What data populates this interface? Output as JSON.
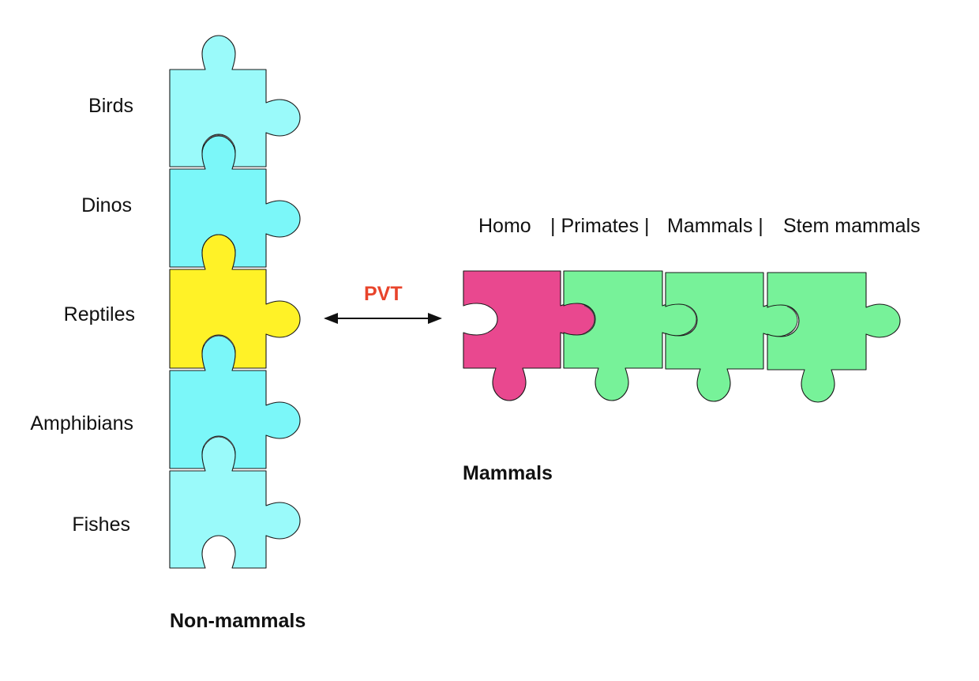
{
  "colors": {
    "light_cyan": "#9AFAFA",
    "cyan": "#7BF7F9",
    "yellow": "#FFF227",
    "magenta": "#E9488F",
    "green": "#77F299",
    "pvt_red": "#E8442B"
  },
  "non_mammals": {
    "labels": [
      "Birds",
      "Dinos",
      "Reptiles",
      "Amphibians",
      "Fishes"
    ],
    "caption": "Non-mammals"
  },
  "pvt_label": "PVT",
  "mammals": {
    "header_homo": "Homo",
    "header_primates": "| Primates |",
    "header_mammals": "Mammals |",
    "header_stem": "Stem mammals",
    "caption": "Mammals"
  }
}
